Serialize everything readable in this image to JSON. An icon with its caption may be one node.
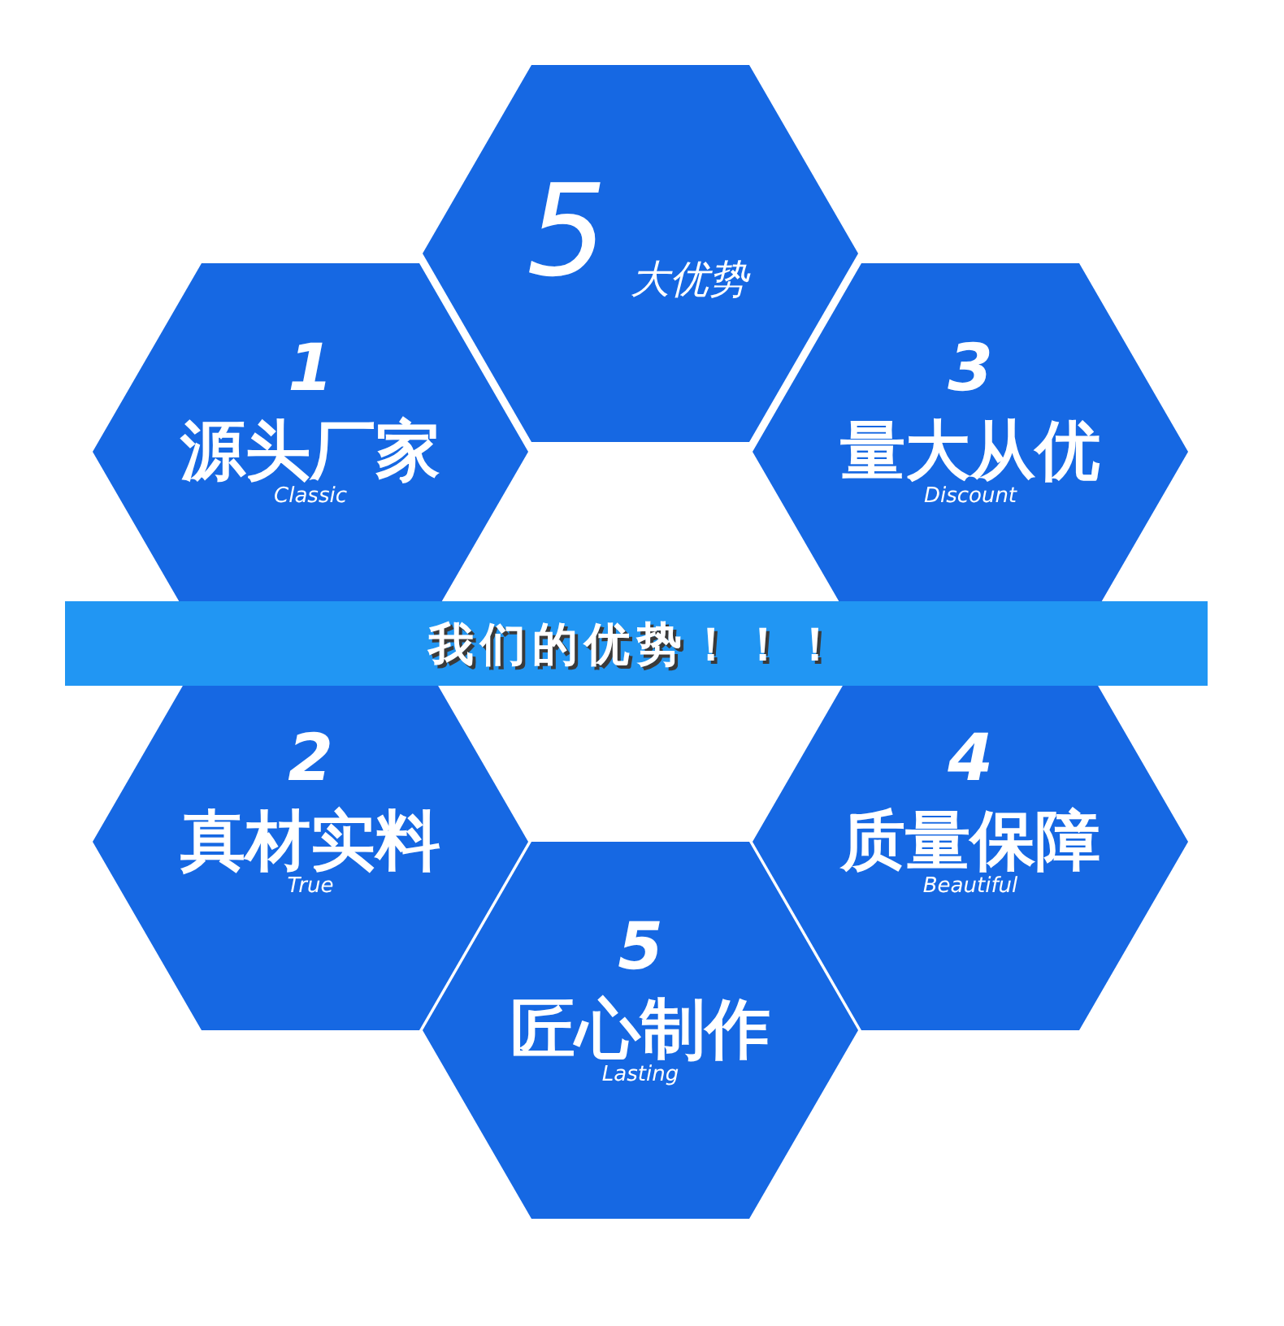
{
  "diagram": {
    "nodes": [
      {
        "text": [
          "5",
          "大优势"
        ]
      },
      {
        "text": [
          "1",
          "源头厂家",
          "Classic"
        ]
      },
      {
        "text": [
          "3",
          "量大从优",
          "Discount"
        ]
      },
      {
        "text": [
          "我们的优势！！！"
        ]
      },
      {
        "text": [
          "2",
          "真材实料",
          "True"
        ]
      },
      {
        "text": [
          "4",
          "质量保障",
          "Beautiful"
        ]
      },
      {
        "text": [
          "5",
          "匠心制作",
          "Lasting"
        ]
      }
    ]
  }
}
